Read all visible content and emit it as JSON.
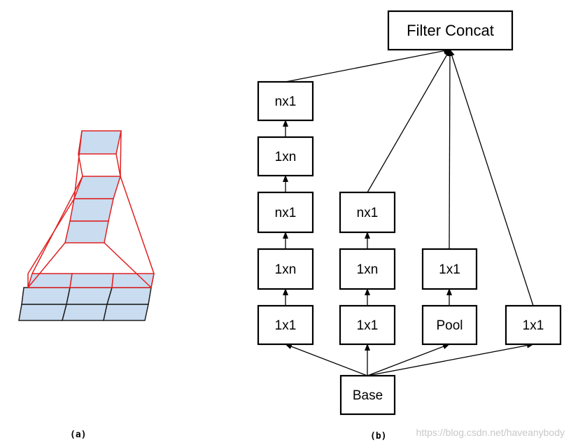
{
  "diagram": {
    "filter_concat": "Filter Concat",
    "col1": {
      "top": "nx1",
      "second": "1xn",
      "middle": "nx1",
      "fourth": "1xn",
      "bottom": "1x1"
    },
    "col2": {
      "middle": "nx1",
      "fourth": "1xn",
      "bottom": "1x1"
    },
    "col3": {
      "fourth": "1x1",
      "bottom": "Pool"
    },
    "col4": {
      "bottom": "1x1"
    },
    "base": "Base"
  },
  "captions": {
    "a": "(a)",
    "b": "(b)"
  },
  "watermark": "https://blog.csdn.net/haveanybody",
  "colors": {
    "grid_fill": "#c9dcf0",
    "grid_outline": "#e02020",
    "box_stroke": "#000000"
  }
}
